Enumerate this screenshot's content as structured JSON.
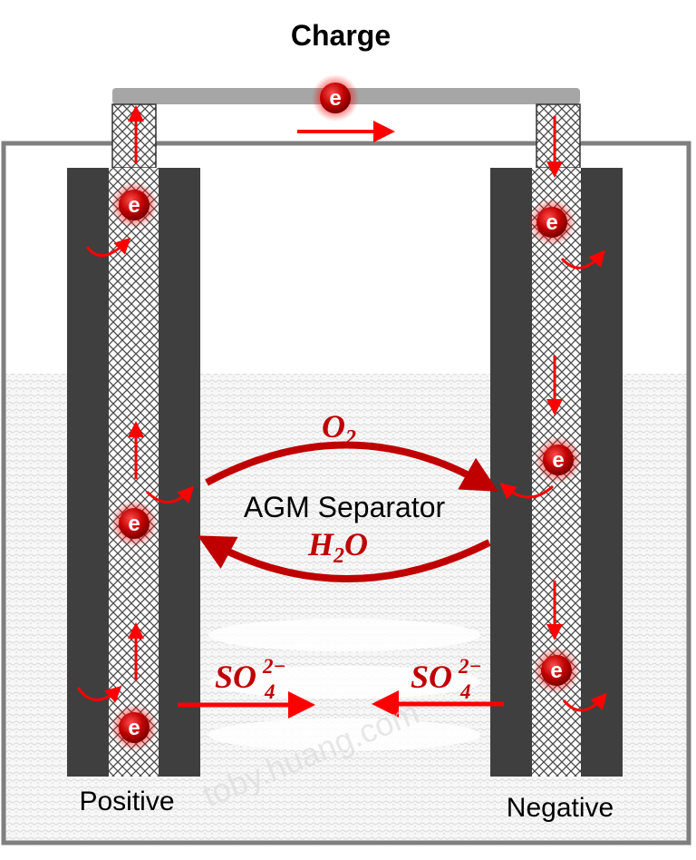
{
  "title": "Charge",
  "separator_label": "AGM Separator",
  "electrodes": {
    "left": "Positive",
    "right": "Negative"
  },
  "species": {
    "oxygen": {
      "base": "O",
      "sub": "2"
    },
    "water": {
      "base1": "H",
      "sub": "2",
      "base2": "O"
    },
    "sulfate_left": {
      "base": "SO",
      "sup": "2−",
      "sub": "4"
    },
    "sulfate_right": {
      "base": "SO",
      "sup": "2−",
      "sub": "4"
    }
  },
  "electron_symbol": "e",
  "watermark": "toby.huang.com",
  "colors": {
    "arrow": "#ff0000",
    "dark_arrow": "#c00000",
    "plate": "#3f3f3f",
    "wire": "#a6a6a6",
    "electron": "#c00000"
  }
}
